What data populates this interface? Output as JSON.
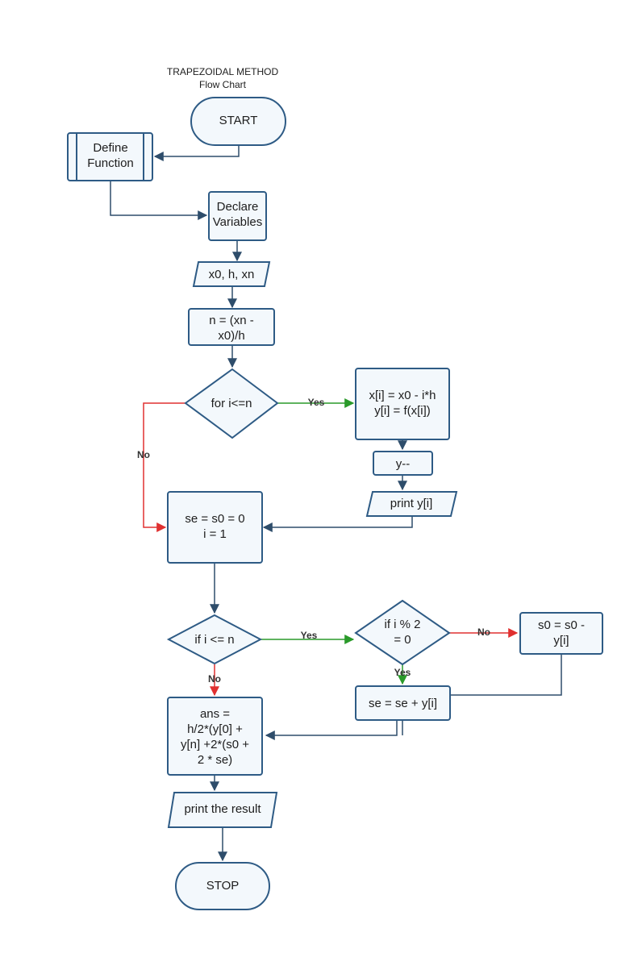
{
  "title": {
    "line1": "TRAPEZOIDAL METHOD",
    "line2": "Flow Chart"
  },
  "nodes": {
    "start": [
      "START"
    ],
    "define_function": [
      "Define",
      "Function"
    ],
    "declare_variables": [
      "Declare",
      "Variables"
    ],
    "input_vars": [
      "x0, h, xn"
    ],
    "compute_n": [
      "n = (xn -",
      "x0)/h"
    ],
    "loop_check": [
      "for i<=n"
    ],
    "assign_xy": [
      "x[i] = x0 - i*h",
      "y[i] = f(x[i])"
    ],
    "decrement_y": [
      "y--"
    ],
    "print_y": [
      "print y[i]"
    ],
    "init_sums": [
      "se = s0 = 0",
      "i = 1"
    ],
    "if_i_le_n": [
      "if i <= n"
    ],
    "if_mod": [
      "if i % 2",
      "= 0"
    ],
    "update_s0": [
      "s0 = s0 -",
      "y[i]"
    ],
    "update_se": [
      "se = se + y[i]"
    ],
    "compute_ans": [
      "ans =",
      "h/2*(y[0] +",
      "y[n] +2*(s0 +",
      "2 * se)"
    ],
    "print_result": [
      "print the result"
    ],
    "stop": [
      "STOP"
    ]
  },
  "edge_labels": {
    "loop_yes": "Yes",
    "loop_no": "No",
    "if_le_yes": "Yes",
    "if_le_no": "No",
    "mod_no": "No",
    "mod_yes": "Yes"
  },
  "colors": {
    "shape_fill": "#f3f8fc",
    "shape_stroke": "#2e5b85",
    "connector": "#2e4d6b",
    "yes_connector": "#2a9a2a",
    "no_connector": "#e03030"
  }
}
